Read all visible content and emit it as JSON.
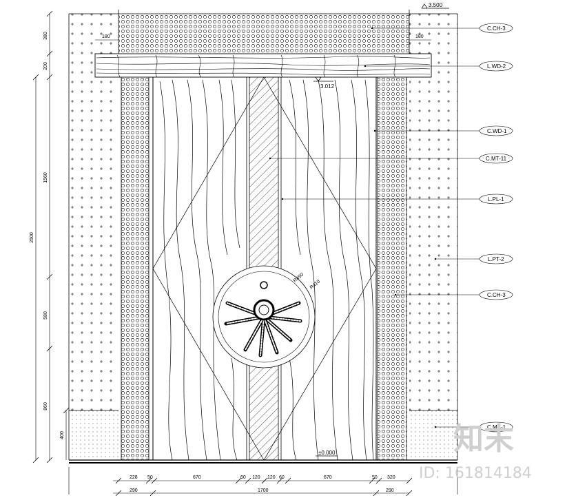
{
  "elevation": {
    "top_level": "3.500",
    "ceiling_level": "3.012",
    "floor_level": "±0.000"
  },
  "callouts": [
    "C.CH-3",
    "L.WD-2",
    "C.WD-1",
    "C.MT-11",
    "L.PL-1",
    "L.PT-2",
    "C.CH-3",
    "C.MA-1"
  ],
  "dims_left": [
    "380",
    "200",
    "1560",
    "2500",
    "580",
    "860",
    "400"
  ],
  "dims_top": [
    "180",
    "180"
  ],
  "dims_bottom_row1": [
    "228",
    "50",
    "670",
    "60",
    "120",
    "120",
    "60",
    "670",
    "50",
    "320"
  ],
  "dims_bottom_row2": [
    "290",
    "1700",
    "290"
  ],
  "radius_labels": [
    "R450",
    "R410"
  ],
  "watermark": {
    "logo": "知末",
    "id": "ID: 161814184"
  }
}
